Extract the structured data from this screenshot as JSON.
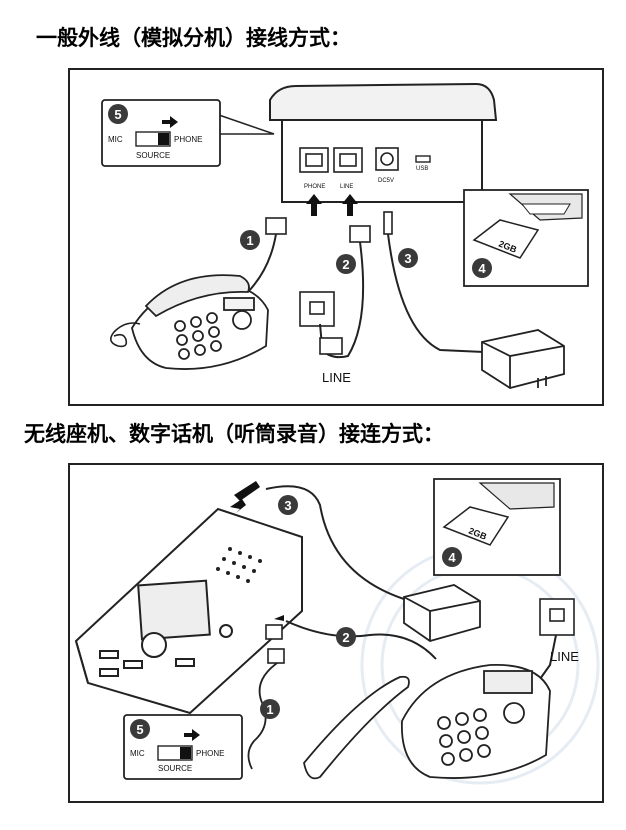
{
  "heading1": "一般外线（模拟分机）接线方式：",
  "heading2": "无线座机、数字话机（听筒录音）接连方式：",
  "diagram1": {
    "switch": {
      "num": "5",
      "left": "MIC",
      "right": "PHONE",
      "caption": "SOURCE"
    },
    "ports": {
      "phone": "PHONE",
      "line": "LINE",
      "dc": "DC5V",
      "usb": "USB"
    },
    "steps": [
      "1",
      "2",
      "3",
      "4"
    ],
    "sd": "2GB",
    "line_label": "LINE"
  },
  "diagram2": {
    "switch": {
      "num": "5",
      "left": "MIC",
      "right": "PHONE",
      "caption": "SOURCE"
    },
    "steps": [
      "1",
      "2",
      "3",
      "4"
    ],
    "sd": "2GB",
    "line_label": "LINE"
  },
  "colors": {
    "ink": "#222222",
    "badge": "#3a3a3a",
    "paper": "#ffffff",
    "watermark": "#c9d6e6"
  },
  "icons": [
    "arrow-right-icon",
    "arrow-up-icon",
    "arrow-down-left-icon"
  ]
}
